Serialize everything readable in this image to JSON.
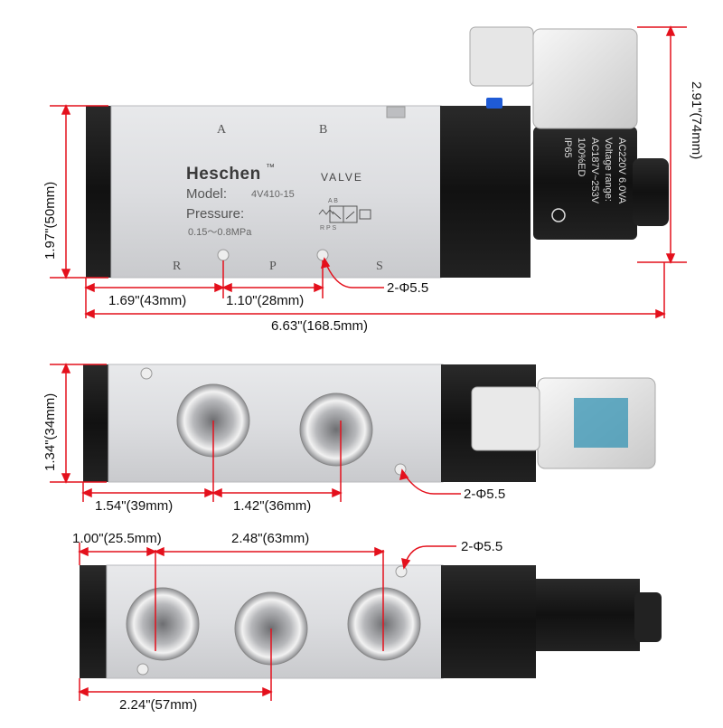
{
  "views": {
    "front": {
      "port_labels": [
        "A",
        "B",
        "R",
        "P",
        "S"
      ],
      "brand": "Heschen",
      "brand_mark": "™",
      "brand_suffix": "VALVE",
      "model_label": "Model:",
      "model_value": "4V410-15",
      "pressure_label": "Pressure:",
      "pressure_value": "0.15～0.8MPa",
      "symbol_top": "A B",
      "symbol_bottom": "R P S",
      "coil_lines": [
        "AC220V  6.0VA",
        "Voltage range:",
        "AC187V~253V",
        "100%ED",
        "IP65"
      ],
      "height": "1.97\"(50mm)",
      "coil_height": "2.91\"(74mm)",
      "dim_left": "1.69\"(43mm)",
      "dim_mid": "1.10\"(28mm)",
      "total_length": "6.63\"(168.5mm)",
      "hole": "2-Φ5.5"
    },
    "side": {
      "height": "1.34\"(34mm)",
      "dim_left": "1.54\"(39mm)",
      "dim_mid": "1.42\"(36mm)",
      "hole": "2-Φ5.5"
    },
    "bottom": {
      "dim_top_left": "1.00\"(25.5mm)",
      "dim_top_right": "2.48\"(63mm)",
      "dim_bottom": "2.24\"(57mm)",
      "hole": "2-Φ5.5"
    }
  },
  "colors": {
    "dimension_line": "#e4101c",
    "aluminum": "#d9dadc",
    "end_cap": "#1a1a1a",
    "coil_housing": "#111111"
  }
}
